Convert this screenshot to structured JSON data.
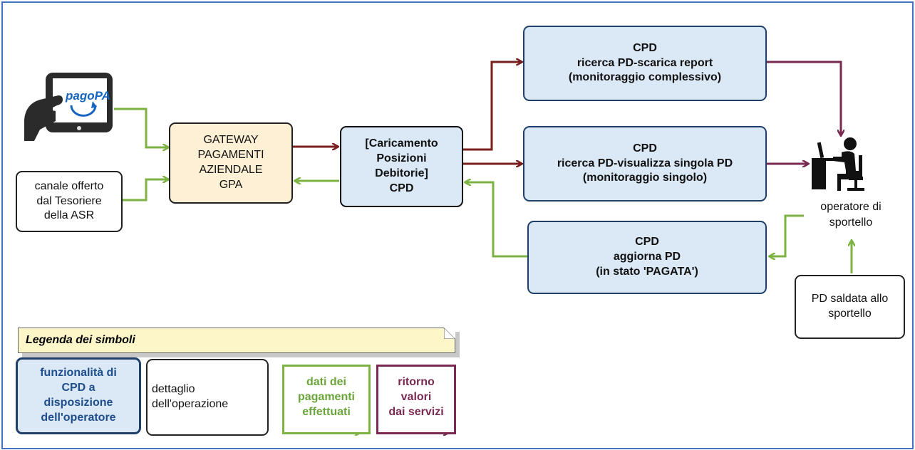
{
  "colors": {
    "green": "#7cb342",
    "maroon": "#7a2a52",
    "dark_red": "#7a1f1f",
    "blue_box": "#dbe8f5",
    "orange_box": "#fdf0d4"
  },
  "icons": {
    "tablet": "tablet-pagopa-icon",
    "operator": "desk-operator-icon"
  },
  "pagopa_logo": "pagoPA",
  "nodes": {
    "canale": [
      "canale offerto",
      "dal Tesoriere",
      "della ASR"
    ],
    "gateway": [
      "GATEWAY",
      "PAGAMENTI",
      "AZIENDALE",
      "GPA"
    ],
    "caricamento": [
      "[Caricamento",
      "Posizioni",
      "Debitorie]",
      "CPD"
    ],
    "ricerca_report": [
      "CPD",
      "ricerca PD-scarica report",
      "(monitoraggio complessivo)"
    ],
    "ricerca_singola": [
      "CPD",
      "ricerca PD-visualizza singola PD",
      "(monitoraggio singolo)"
    ],
    "aggiorna": [
      "CPD",
      "aggiorna PD",
      "(in stato 'PAGATA')"
    ],
    "operatore": [
      "operatore di",
      "sportello"
    ],
    "pd_saldata": [
      "PD saldata allo",
      "sportello"
    ]
  },
  "legend": {
    "title": "Legenda dei simboli",
    "funzionalita": [
      "funzionalità di",
      "CPD a",
      "disposizione",
      "dell'operatore"
    ],
    "dettaglio": [
      "dettaglio",
      "dell'operazione"
    ],
    "dati": [
      "dati dei",
      "pagamenti",
      "effettuati"
    ],
    "ritorno": [
      "ritorno",
      "valori",
      "dai servizi"
    ]
  }
}
